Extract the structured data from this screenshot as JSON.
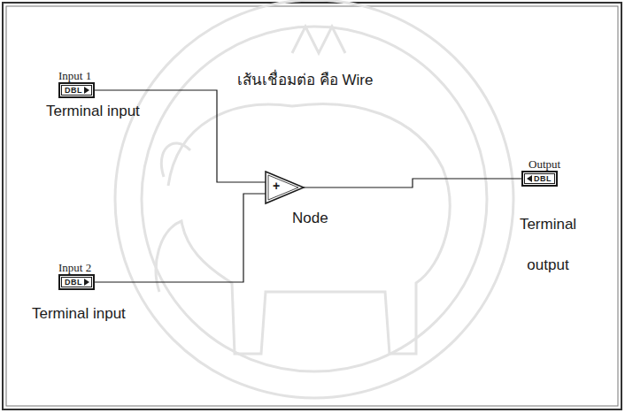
{
  "diagram": {
    "nodes": [
      {
        "text": [
          "Input 1",
          "DBL"
        ]
      },
      {
        "text": [
          "Input 2",
          "DBL"
        ]
      },
      {
        "text": [
          "+",
          "Node"
        ]
      },
      {
        "text": [
          "Output",
          "DBL"
        ]
      }
    ],
    "edges": [
      {
        "from": 0,
        "to": 2,
        "arrow": "none"
      },
      {
        "from": 1,
        "to": 2,
        "arrow": "none"
      },
      {
        "from": 2,
        "to": 3,
        "arrow": "none"
      }
    ],
    "labels": [
      "เส้นเชื่อมต่อ คือ Wire",
      "Terminal input",
      "Terminal input",
      "Terminal output"
    ]
  }
}
